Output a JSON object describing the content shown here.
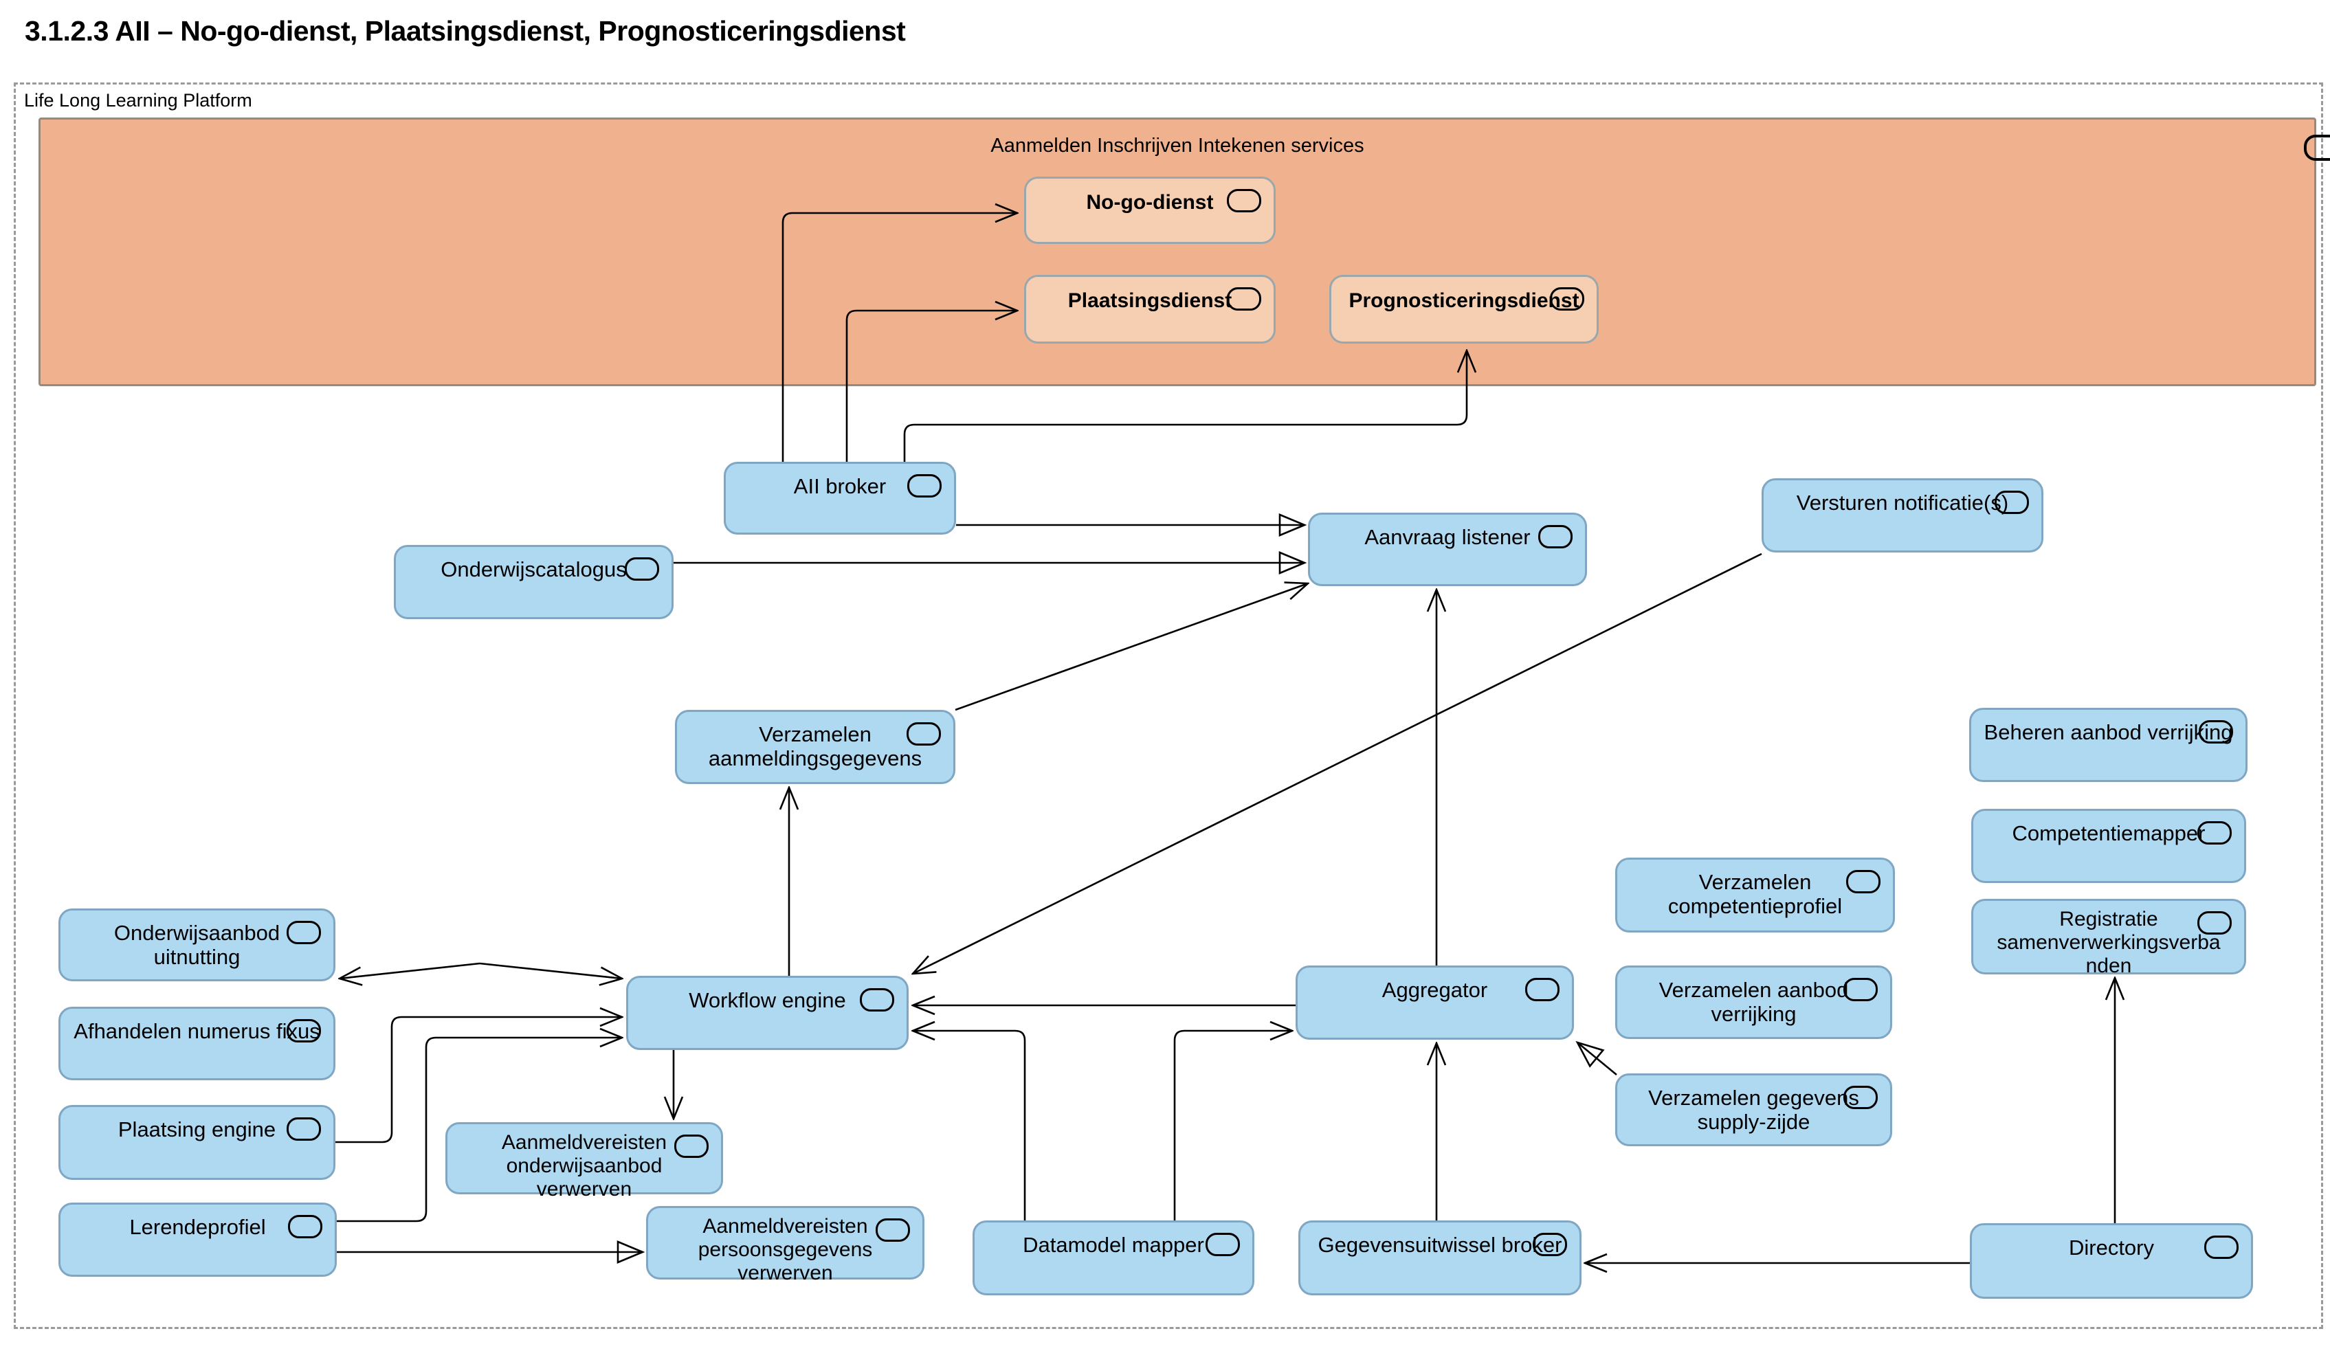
{
  "page": {
    "title": "3.1.2.3 AII – No-go-dienst, Plaatsingsdienst, Prognosticeringsdienst"
  },
  "container": {
    "label": "Life Long Learning Platform"
  },
  "orange_group": {
    "label": "Aanmelden Inschrijven Intekenen services",
    "fill": "#F0B28E",
    "inner_box_fill": "#F6CFB3"
  },
  "colors": {
    "blue_node_fill": "#AFD8F1",
    "blue_node_border": "#7fa7c4",
    "orange_band_fill": "#F0B28E",
    "orange_node_fill": "#F6CFB3",
    "line": "#000000"
  },
  "nodes": [
    {
      "id": "no-go-dienst",
      "label": "No-go-dienst"
    },
    {
      "id": "plaatsingsdienst",
      "label": "Plaatsingsdienst"
    },
    {
      "id": "prognosticeringsdienst",
      "label": "Prognosticeringsdienst"
    },
    {
      "id": "aii-broker",
      "label": "AII broker"
    },
    {
      "id": "onderwijscatalogus",
      "label": "Onderwijscatalogus"
    },
    {
      "id": "aanvraag-listener",
      "label": "Aanvraag listener"
    },
    {
      "id": "versturen-notificaties",
      "label": "Versturen notificatie(s)"
    },
    {
      "id": "verzamelen-aanmeldingsgegevens",
      "label": "Verzamelen aanmeldingsgegevens"
    },
    {
      "id": "beheren-aanbod-verrijking",
      "label": "Beheren aanbod verrijking"
    },
    {
      "id": "competentiemapper",
      "label": "Competentiemapper"
    },
    {
      "id": "registratie-samenwerkingsverbanden",
      "label": "Registratie samenverwerkingsverbanden"
    },
    {
      "id": "onderwijsaanbod-uitnutting",
      "label": "Onderwijsaanbod uitnutting"
    },
    {
      "id": "afhandelen-numerus-fixus",
      "label": "Afhandelen numerus fixus"
    },
    {
      "id": "plaatsing-engine",
      "label": "Plaatsing engine"
    },
    {
      "id": "lerendeprofiel",
      "label": "Lerendeprofiel"
    },
    {
      "id": "workflow-engine",
      "label": "Workflow engine"
    },
    {
      "id": "aggregator",
      "label": "Aggregator"
    },
    {
      "id": "verzamelen-competentieprofiel",
      "label": "Verzamelen competentieprofiel"
    },
    {
      "id": "verzamelen-aanbod-verrijking",
      "label": "Verzamelen aanbod verrijking"
    },
    {
      "id": "verzamelen-gegevens-supply-zijde",
      "label": "Verzamelen gegevens supply-zijde"
    },
    {
      "id": "aanmeldvereisten-onderwijsaanbod-verwerven",
      "label": "Aanmeldvereisten onderwijsaanbod verwerven"
    },
    {
      "id": "aanmeldvereisten-persoonsgegevens-verwerven",
      "label": "Aanmeldvereisten persoonsgegevens verwerven"
    },
    {
      "id": "datamodel-mapper",
      "label": "Datamodel mapper"
    },
    {
      "id": "gegevensuitwissel-broker",
      "label": "Gegevensuitwissel broker"
    },
    {
      "id": "directory",
      "label": "Directory"
    }
  ],
  "connections": [
    {
      "from": "AII broker",
      "to": "No-go-dienst",
      "arrow": "open"
    },
    {
      "from": "AII broker",
      "to": "Plaatsingsdienst",
      "arrow": "open"
    },
    {
      "from": "AII broker",
      "to": "Prognosticeringsdienst",
      "arrow": "open"
    },
    {
      "from": "AII broker",
      "to": "Aanvraag listener",
      "arrow": "hollow-triangle"
    },
    {
      "from": "Onderwijscatalogus",
      "to": "Aanvraag listener",
      "arrow": "hollow-triangle"
    },
    {
      "from": "Verzamelen aanmeldingsgegevens",
      "to": "Aanvraag listener",
      "arrow": "open"
    },
    {
      "from": "Workflow engine",
      "to": "Verzamelen aanmeldingsgegevens",
      "arrow": "open"
    },
    {
      "from": "Aggregator",
      "to": "Aanvraag listener",
      "arrow": "open"
    },
    {
      "from": "Versturen notificatie(s)",
      "to": "Workflow engine",
      "arrow": "open"
    },
    {
      "from": "Workflow engine",
      "to": "Onderwijsaanbod uitnutting",
      "arrow": "open-both-ends"
    },
    {
      "from": "Plaatsing engine",
      "to": "Workflow engine",
      "arrow": "open"
    },
    {
      "from": "Lerendeprofiel",
      "to": "Workflow engine",
      "arrow": "open"
    },
    {
      "from": "Lerendeprofiel",
      "to": "Aanmeldvereisten persoonsgegevens verwerven",
      "arrow": "hollow-triangle"
    },
    {
      "from": "Workflow engine",
      "to": "Aanmeldvereisten onderwijsaanbod verwerven",
      "arrow": "open"
    },
    {
      "from": "Aggregator",
      "to": "Workflow engine",
      "arrow": "open"
    },
    {
      "from": "Datamodel mapper",
      "to": "Workflow engine",
      "arrow": "open"
    },
    {
      "from": "Datamodel mapper",
      "to": "Aggregator",
      "arrow": "open"
    },
    {
      "from": "Gegevensuitwissel broker",
      "to": "Aggregator",
      "arrow": "open"
    },
    {
      "from": "Verzamelen gegevens supply-zijde",
      "to": "Aggregator",
      "arrow": "hollow-triangle"
    },
    {
      "from": "Directory",
      "to": "Gegevensuitwissel broker",
      "arrow": "open"
    },
    {
      "from": "Directory",
      "to": "Registratie samenverwerkingsverbanden",
      "arrow": "open"
    }
  ]
}
